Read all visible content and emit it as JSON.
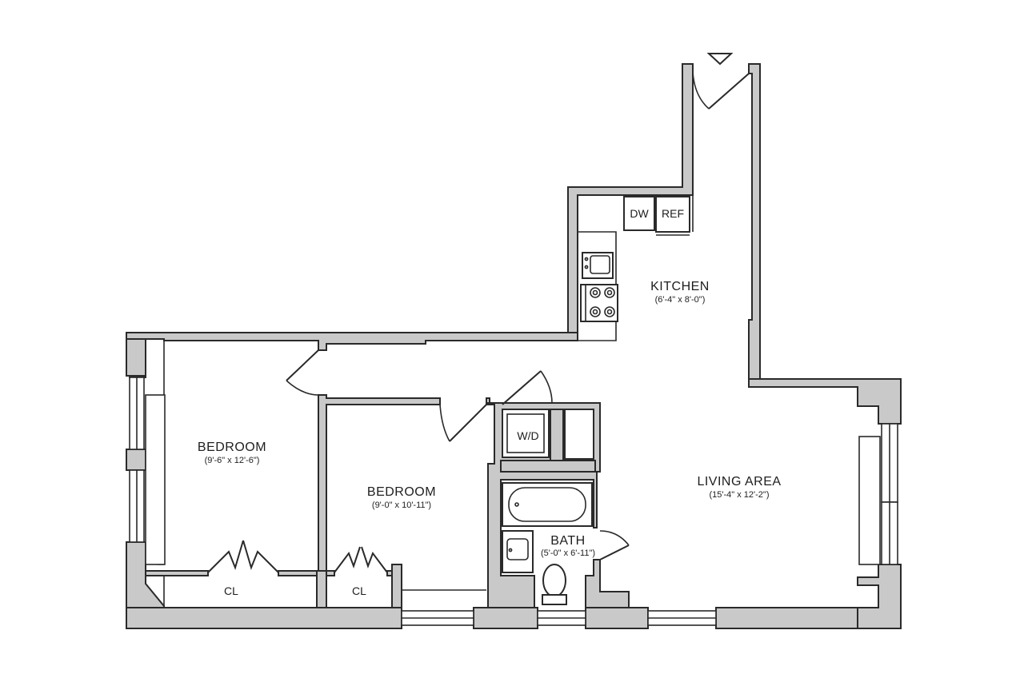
{
  "colors": {
    "wall_fill": "#c9c9c9",
    "line": "#2a2a2a",
    "background": "#ffffff"
  },
  "entry_marker": "entry-arrow-icon",
  "rooms": {
    "kitchen": {
      "name": "KITCHEN",
      "dims": "(6'-4\" x 8'-0\")"
    },
    "living": {
      "name": "LIVING AREA",
      "dims": "(15'-4\" x 12'-2\")"
    },
    "bedroom1": {
      "name": "BEDROOM",
      "dims": "(9'-6\" x 12'-6\")"
    },
    "bedroom2": {
      "name": "BEDROOM",
      "dims": "(9'-0\" x 10'-11\")"
    },
    "bath": {
      "name": "BATH",
      "dims": "(5'-0\" x 6'-11\")"
    }
  },
  "closets": {
    "closet1": "CL",
    "closet2": "CL"
  },
  "appliances": {
    "dishwasher": "DW",
    "refrigerator": "REF",
    "washer_dryer": "W/D"
  }
}
